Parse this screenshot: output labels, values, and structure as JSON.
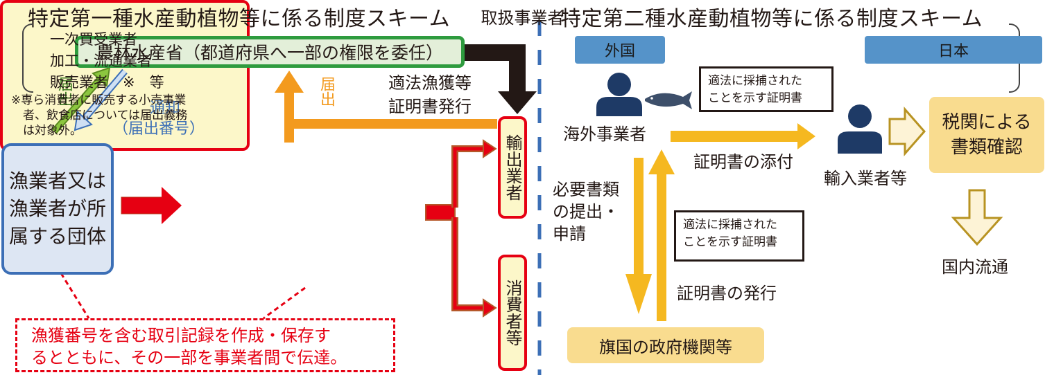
{
  "left_scheme": {
    "title": "特定第一種水産動植物等に係る制度スキーム",
    "maff_box": "農林水産省（都道府県へ一部の権限を委任）",
    "notify_label": "届出",
    "notice_label_1": "通知",
    "notice_label_2": "（届出番号）",
    "handler_notify_label": "届出",
    "certificate_label_1": "適法漁獲等",
    "certificate_label_2": "証明書発行",
    "fisher_box": [
      "漁業者又は",
      "漁業者が所",
      "属する団体"
    ],
    "handler_box": {
      "title": "取扱事業者",
      "items": [
        "一次買受業者",
        "加工・流通業者",
        "販売業者　※　等"
      ],
      "note": [
        "※専ら消費者に販売する小売事業",
        "　者、飲食店については届出義務",
        "　は対象外。"
      ]
    },
    "exporter_box": "輸出業者",
    "consumer_box": "消費者等",
    "record_note": [
      "漁獲番号を含む取引記録を作成・保存す",
      "るとともに、その一部を事業者間で伝達。"
    ]
  },
  "right_scheme": {
    "title": "特定第二種水産動植物等に係る制度スキーム",
    "foreign_tag": "外国",
    "japan_tag": "日本",
    "overseas_operator": "海外事業者",
    "importer": "輸入業者等",
    "certificate_note_top": [
      "適法に採捕された",
      "ことを示す証明書"
    ],
    "certificate_note_bottom": [
      "適法に採捕された",
      "ことを示す証明書"
    ],
    "attach_label": "証明書の添付",
    "submit_label": [
      "必要書類",
      "の提出・",
      "申請"
    ],
    "issue_label": "証明書の発行",
    "flag_state_box": "旗国の政府機関等",
    "customs_box": [
      "税関による",
      "書類確認"
    ],
    "domestic_label": "国内流通"
  },
  "colors": {
    "green": "#2e9b3e",
    "blue": "#3c6fb6",
    "red": "#e60012",
    "orange": "#f39a1e",
    "yellow_arrow": "#f5b820",
    "navy_person": "#1e3a66",
    "tag_blue": "#5593c9",
    "box_yellow": "#f9dc8f"
  }
}
